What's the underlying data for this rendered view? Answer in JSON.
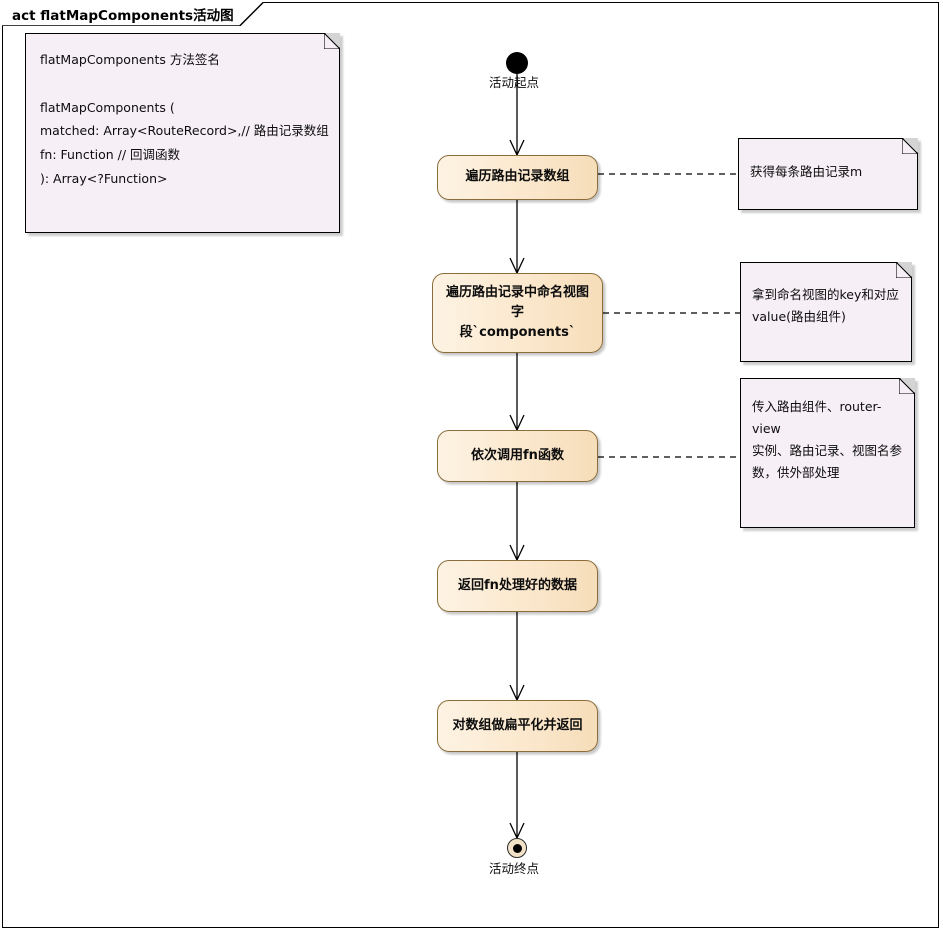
{
  "diagram": {
    "title": "act flatMapComponents活动图",
    "type": "uml-activity-diagram"
  },
  "signature_note": {
    "name": "flatMapComponents-signature-note",
    "text": "flatMapComponents 方法签名\n\nflatMapComponents (\n  matched: Array<RouteRecord>,// 路由记录数组\n  fn: Function // 回调函数\n): Array<?Function>"
  },
  "start": {
    "label": "活动起点",
    "icon": "filled-circle-icon"
  },
  "end": {
    "label": "活动终点",
    "icon": "bullseye-circle-icon"
  },
  "activities": [
    {
      "id": "traverse-route-records",
      "label": "遍历路由记录数组"
    },
    {
      "id": "traverse-named-view-components",
      "label": "遍历路由记录中命名视图字\n段`components`"
    },
    {
      "id": "call-fn-sequentially",
      "label": "依次调用fn函数"
    },
    {
      "id": "return-fn-processed-data",
      "label": "返回fn处理好的数据"
    },
    {
      "id": "flatten-and-return-array",
      "label": "对数组做扁平化并返回"
    }
  ],
  "notes": [
    {
      "id": "note-each-route-record",
      "attached_to": "traverse-route-records",
      "text": "获得每条路由记录m"
    },
    {
      "id": "note-named-view-key-value",
      "attached_to": "traverse-named-view-components",
      "text": "拿到命名视图的key和对应\nvalue(路由组件)"
    },
    {
      "id": "note-fn-arguments",
      "attached_to": "call-fn-sequentially",
      "text": "传入路由组件、router-view\n实例、路由记录、视图名参\n数，供外部处理"
    }
  ],
  "colors": {
    "activity_fill_light": "#fdf3e3",
    "activity_fill_dark": "#f6ddb9",
    "activity_border": "#8a6d3b",
    "note_fill": "#f6eff6",
    "note_border": "#000000",
    "frame_border": "#000000",
    "connector": "#000000",
    "background": "#ffffff"
  }
}
